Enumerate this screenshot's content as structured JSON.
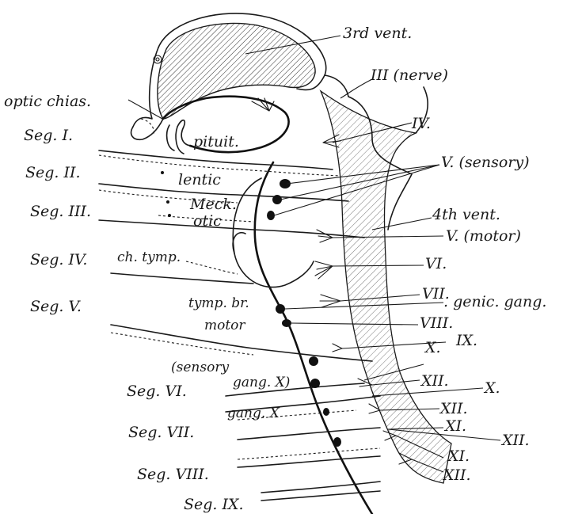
{
  "labels": {
    "third_vent": "3rd vent.",
    "third_nerve": "III (nerve)",
    "optic_chias": "optic chias.",
    "pituit": "pituit.",
    "fourth_nerve": "IV.",
    "fifth_sensory": "V. (sensory)",
    "lentic": "lentic",
    "meck": "Meck.",
    "otic": "otic",
    "fourth_vent": "4th vent.",
    "fifth_motor": "V. (motor)",
    "ch_tymp": "ch. tymp.",
    "sixth": "VI.",
    "seventh": "VII.",
    "genic_gang": ". genic. gang.",
    "tymp_br": "tymp. br.",
    "eighth": "VIII.",
    "motor": "motor",
    "ninth": "IX.",
    "sensory": "(sensory",
    "gang_x_upper": "gang. X)",
    "tenth_upper": "X.",
    "twelfth_a": "XII.",
    "tenth_lower": "X.",
    "gang_x_lower": "gang. X",
    "twelfth_b": "XII.",
    "eleventh_a": "XI.",
    "twelfth_c": "XII.",
    "eleventh_b": "XI.",
    "twelfth_d": "XII."
  },
  "segments": [
    "Seg. I.",
    "Seg. II.",
    "Seg. III.",
    "Seg. IV.",
    "Seg. V.",
    "Seg. VI.",
    "Seg. VII.",
    "Seg. VIII.",
    "Seg. IX."
  ]
}
